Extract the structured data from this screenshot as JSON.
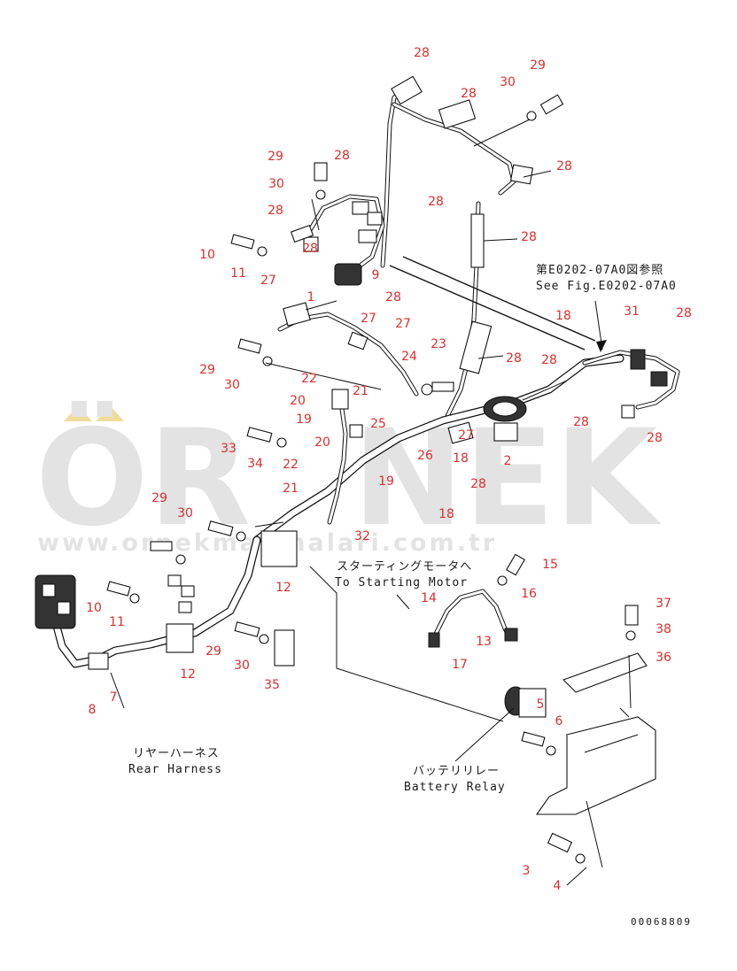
{
  "watermark": {
    "brand_left": "ÖR",
    "brand_right": "NEK",
    "url": "www.ornekmakinalari.com.tr",
    "color": "#e3e3e3",
    "accent_color": "#f0dc9a"
  },
  "references": {
    "figure_ref_jp": "第E0202-07A0図参照",
    "figure_ref_en": "See Fig.E0202-07A0",
    "starting_motor_jp": "スターティングモータへ",
    "starting_motor_en": "To Starting Motor",
    "rear_harness_jp": "リヤーハーネス",
    "rear_harness_en": "Rear Harness",
    "battery_relay_jp": "バッテリリレー",
    "battery_relay_en": "Battery Relay"
  },
  "drawing_number": "00068809",
  "callout_color": "#d9302c",
  "callouts": [
    {
      "id": "c-28-a",
      "label": "28"
    },
    {
      "id": "c-28-b",
      "label": "28"
    },
    {
      "id": "c-30-a",
      "label": "30"
    },
    {
      "id": "c-29-a",
      "label": "29"
    },
    {
      "id": "c-28-c",
      "label": "28"
    },
    {
      "id": "c-29-b",
      "label": "29"
    },
    {
      "id": "c-28-d",
      "label": "28"
    },
    {
      "id": "c-30-b",
      "label": "30"
    },
    {
      "id": "c-28-e",
      "label": "28"
    },
    {
      "id": "c-28-f",
      "label": "28"
    },
    {
      "id": "c-28-g",
      "label": "28"
    },
    {
      "id": "c-28-h",
      "label": "28"
    },
    {
      "id": "c-10-a",
      "label": "10"
    },
    {
      "id": "c-11-a",
      "label": "11"
    },
    {
      "id": "c-27-a",
      "label": "27"
    },
    {
      "id": "c-9",
      "label": "9"
    },
    {
      "id": "c-1",
      "label": "1"
    },
    {
      "id": "c-28-i",
      "label": "28"
    },
    {
      "id": "c-27-b",
      "label": "27"
    },
    {
      "id": "c-27-c",
      "label": "27"
    },
    {
      "id": "c-18-a",
      "label": "18"
    },
    {
      "id": "c-31",
      "label": "31"
    },
    {
      "id": "c-28-j",
      "label": "28"
    },
    {
      "id": "c-23",
      "label": "23"
    },
    {
      "id": "c-24",
      "label": "24"
    },
    {
      "id": "c-28-k",
      "label": "28"
    },
    {
      "id": "c-28-l",
      "label": "28"
    },
    {
      "id": "c-29-c",
      "label": "29"
    },
    {
      "id": "c-30-c",
      "label": "30"
    },
    {
      "id": "c-22-a",
      "label": "22"
    },
    {
      "id": "c-21-a",
      "label": "21"
    },
    {
      "id": "c-20-a",
      "label": "20"
    },
    {
      "id": "c-25",
      "label": "25"
    },
    {
      "id": "c-19-a",
      "label": "19"
    },
    {
      "id": "c-28-m",
      "label": "28"
    },
    {
      "id": "c-28-n",
      "label": "28"
    },
    {
      "id": "c-20-b",
      "label": "20"
    },
    {
      "id": "c-27-d",
      "label": "27"
    },
    {
      "id": "c-33",
      "label": "33"
    },
    {
      "id": "c-34",
      "label": "34"
    },
    {
      "id": "c-22-b",
      "label": "22"
    },
    {
      "id": "c-18-b",
      "label": "18"
    },
    {
      "id": "c-2",
      "label": "2"
    },
    {
      "id": "c-26",
      "label": "26"
    },
    {
      "id": "c-21-b",
      "label": "21"
    },
    {
      "id": "c-19-b",
      "label": "19"
    },
    {
      "id": "c-28-o",
      "label": "28"
    },
    {
      "id": "c-29-d",
      "label": "29"
    },
    {
      "id": "c-30-d",
      "label": "30"
    },
    {
      "id": "c-18-c",
      "label": "18"
    },
    {
      "id": "c-32",
      "label": "32"
    },
    {
      "id": "c-15",
      "label": "15"
    },
    {
      "id": "c-12-a",
      "label": "12"
    },
    {
      "id": "c-16",
      "label": "16"
    },
    {
      "id": "c-10-b",
      "label": "10"
    },
    {
      "id": "c-14",
      "label": "14"
    },
    {
      "id": "c-11-b",
      "label": "11"
    },
    {
      "id": "c-37",
      "label": "37"
    },
    {
      "id": "c-13",
      "label": "13"
    },
    {
      "id": "c-38",
      "label": "38"
    },
    {
      "id": "c-29-e",
      "label": "29"
    },
    {
      "id": "c-17",
      "label": "17"
    },
    {
      "id": "c-36",
      "label": "36"
    },
    {
      "id": "c-12-b",
      "label": "12"
    },
    {
      "id": "c-30-e",
      "label": "30"
    },
    {
      "id": "c-35",
      "label": "35"
    },
    {
      "id": "c-8",
      "label": "8"
    },
    {
      "id": "c-7",
      "label": "7"
    },
    {
      "id": "c-5",
      "label": "5"
    },
    {
      "id": "c-6",
      "label": "6"
    },
    {
      "id": "c-3",
      "label": "3"
    },
    {
      "id": "c-4",
      "label": "4"
    }
  ]
}
